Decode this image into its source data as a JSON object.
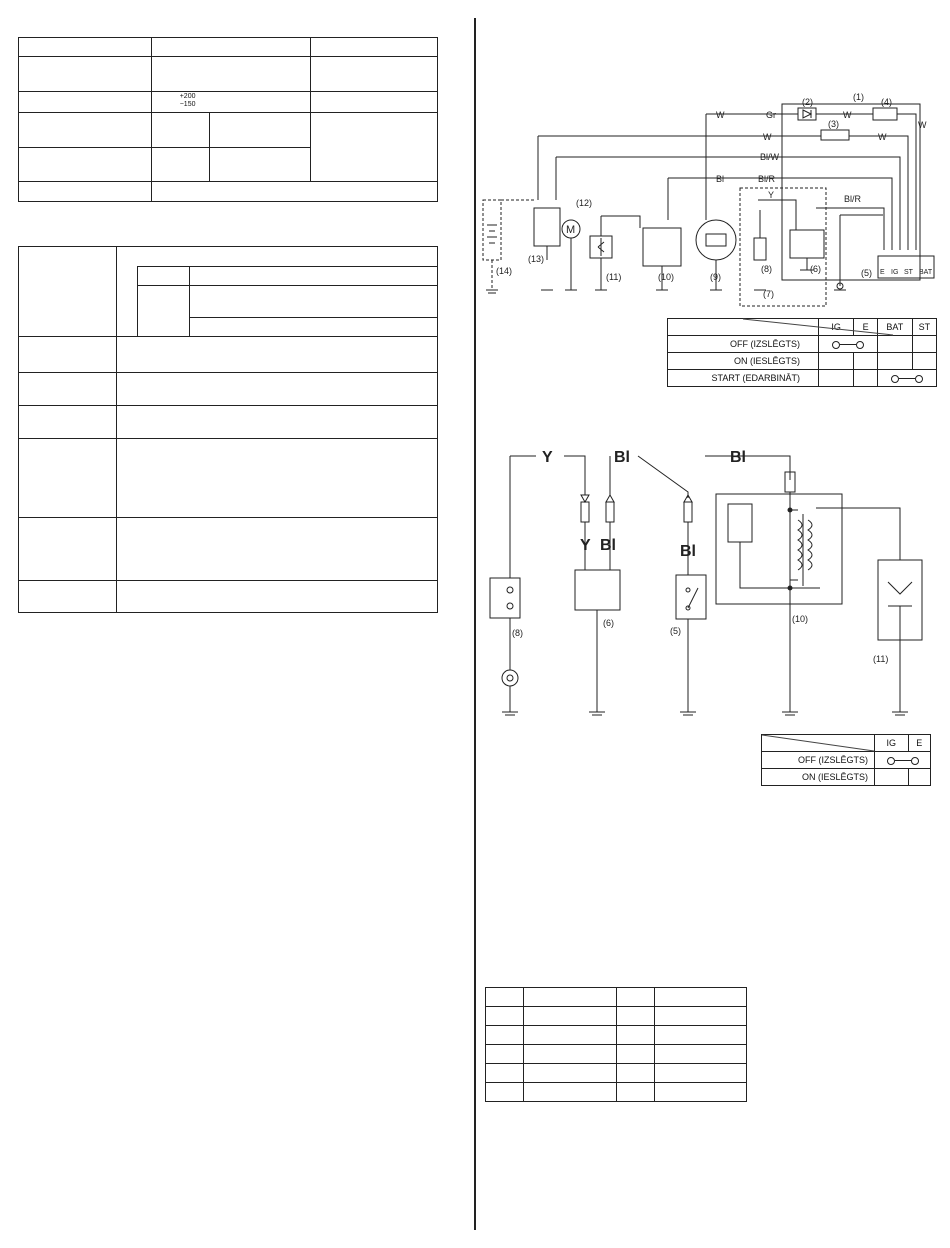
{
  "table1": {
    "tolerance_plus": "+200",
    "tolerance_minus": "−150"
  },
  "schematic_top": {
    "refs": [
      "(1)",
      "(2)",
      "(3)",
      "(4)",
      "(5)",
      "(6)",
      "(7)",
      "(8)",
      "(9)",
      "(10)",
      "(11)",
      "(12)",
      "(13)",
      "(14)"
    ],
    "wires": {
      "w": "W",
      "gr": "Gr",
      "bl": "Bl",
      "blw": "Bl/W",
      "blr": "Bl/R",
      "y": "Y"
    },
    "motor_symbol": "M",
    "terminals": [
      "E",
      "IG",
      "ST",
      "BAT"
    ]
  },
  "switch_table_1": {
    "headers": [
      "IG",
      "E",
      "BAT",
      "ST"
    ],
    "rows": [
      "OFF (IZSLĒGTS)",
      "ON (IESLĒGTS)",
      "START (EDARBINĀT)"
    ]
  },
  "schematic_bottom": {
    "wires": {
      "y": "Y",
      "bl": "Bl"
    },
    "refs": [
      "(8)",
      "(6)",
      "(5)",
      "(10)",
      "(11)"
    ]
  },
  "switch_table_2": {
    "headers": [
      "IG",
      "E"
    ],
    "rows": [
      "OFF (IZSLĒGTS)",
      "ON (IESLĒGTS)"
    ]
  }
}
